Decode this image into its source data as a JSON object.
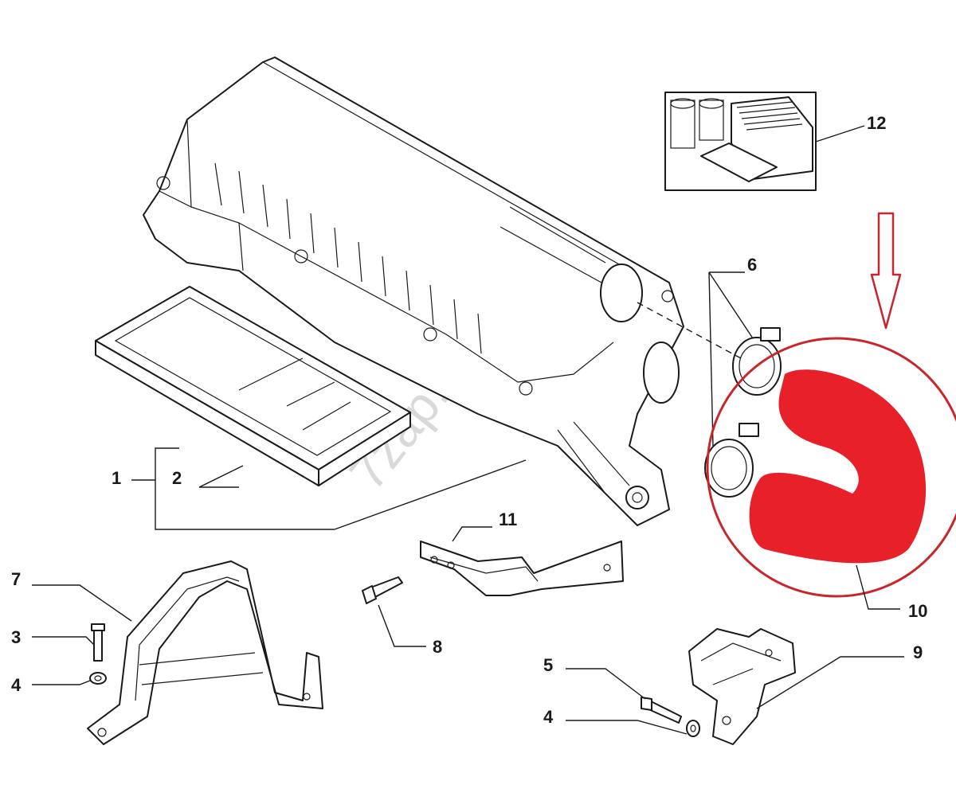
{
  "callouts": {
    "c1": "1",
    "c2": "2",
    "c3": "3",
    "c4a": "4",
    "c4b": "4",
    "c5": "5",
    "c6": "6",
    "c7": "7",
    "c8": "8",
    "c9": "9",
    "c10": "10",
    "c11": "11",
    "c12": "12"
  },
  "watermark": "7zap.com",
  "colors": {
    "highlight_part": "#e8202a",
    "highlight_circle": "#c8262c",
    "line": "#1a1a1a"
  },
  "icons": [
    "down-arrow-icon"
  ]
}
